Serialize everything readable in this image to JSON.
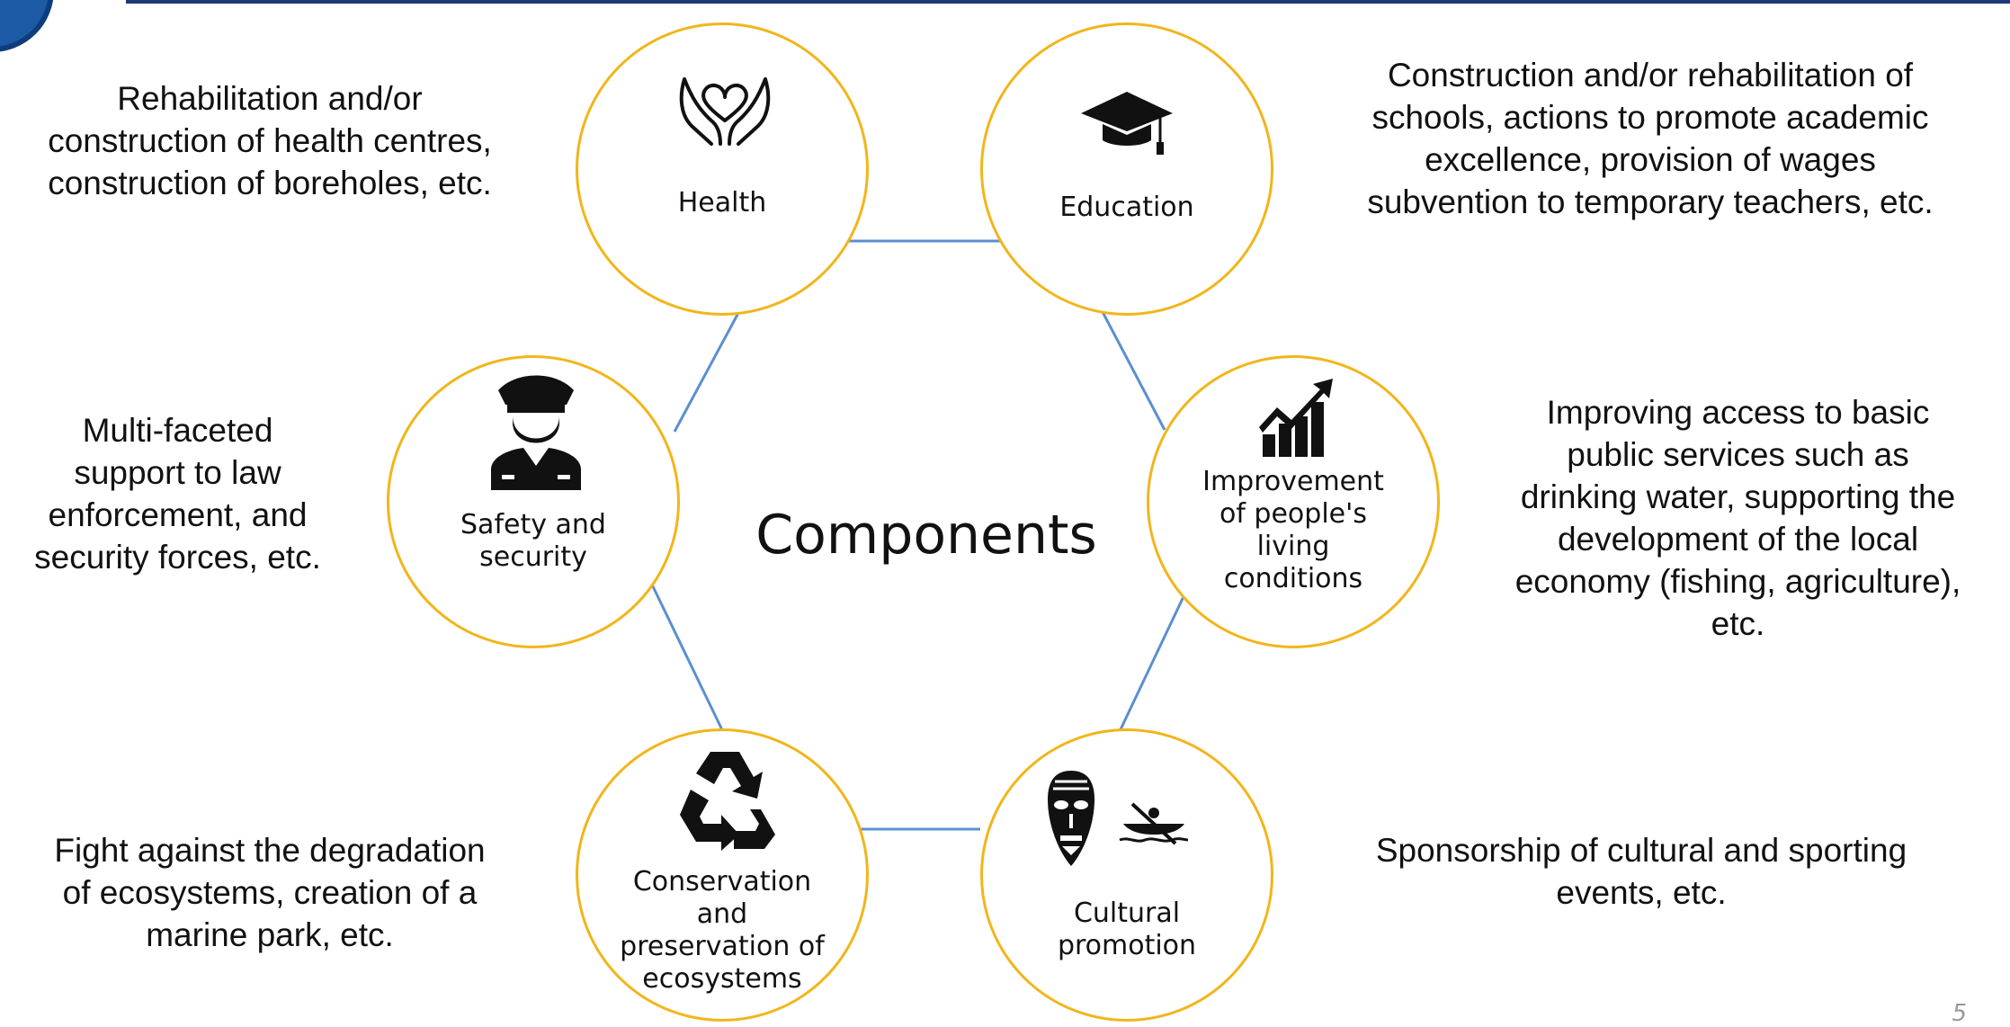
{
  "center": {
    "title": "Components"
  },
  "nodes": {
    "health": {
      "label": "Health",
      "icon": "heart-hands-icon"
    },
    "education": {
      "label": "Education",
      "icon": "graduation-cap-icon"
    },
    "safety": {
      "label": "Safety and\nsecurity",
      "icon": "police-officer-icon"
    },
    "living": {
      "label": "Improvement\nof people's\nliving\nconditions",
      "icon": "growth-chart-icon"
    },
    "ecosystems": {
      "label": "Conservation\nand\npreservation of\necosystems",
      "icon": "recycle-icon"
    },
    "culture": {
      "label": "Cultural\npromotion",
      "icon": "mask-and-canoe-icon"
    }
  },
  "descriptions": {
    "health": "Rehabilitation and/or\nconstruction of health centres,\nconstruction of boreholes, etc.",
    "education": "Construction and/or rehabilitation of\nschools, actions to promote academic\nexcellence, provision of wages\nsubvention to temporary teachers, etc.",
    "safety": "Multi-faceted\nsupport to law\nenforcement, and\nsecurity forces, etc.",
    "living": "Improving access to basic\npublic services such as\ndrinking water, supporting the\ndevelopment of the local\neconomy (fishing, agriculture),\netc.",
    "ecosystems": "Fight against the degradation\nof ecosystems, creation of a\nmarine park, etc.",
    "culture": "Sponsorship of cultural and sporting\nevents, etc."
  },
  "page_number": "5",
  "colors": {
    "circle_border": "#f2b51a",
    "connector": "#5b8fd0",
    "header_line": "#1e3a78",
    "logo": "#1d5aa6"
  }
}
